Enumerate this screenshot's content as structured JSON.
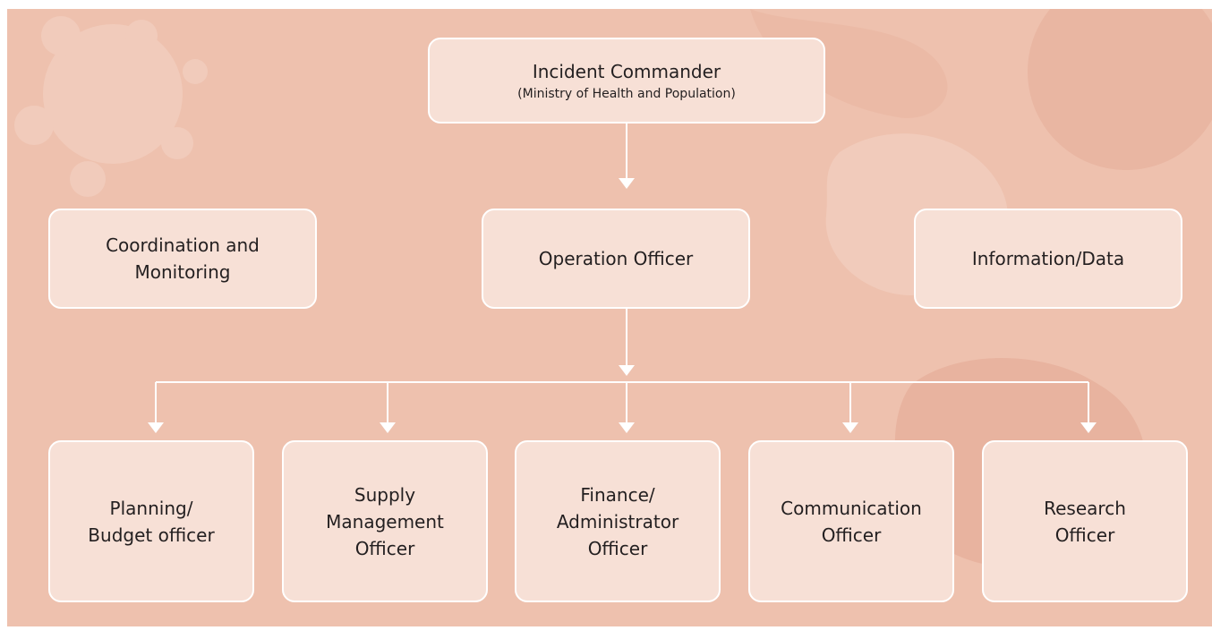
{
  "colors": {
    "panel": "#eec1ae",
    "box_fill": "#f7e0d6",
    "box_border": "#ffffff",
    "connector": "#ffffff",
    "text": "#231f20"
  },
  "nodes": {
    "incident_commander": {
      "title": "Incident Commander",
      "subtitle": "(Ministry of Health and Population)"
    },
    "coordination": {
      "title": "Coordination and\nMonitoring"
    },
    "operation_officer": {
      "title": "Operation Officer"
    },
    "information": {
      "title": "Information/Data"
    },
    "planning": {
      "title": "Planning/\nBudget officer"
    },
    "supply": {
      "title": "Supply\nManagement\nOfficer"
    },
    "finance": {
      "title": "Finance/\nAdministrator\nOfficer"
    },
    "communication": {
      "title": "Communication\nOfficer"
    },
    "research": {
      "title": "Research\nOfficer"
    }
  }
}
